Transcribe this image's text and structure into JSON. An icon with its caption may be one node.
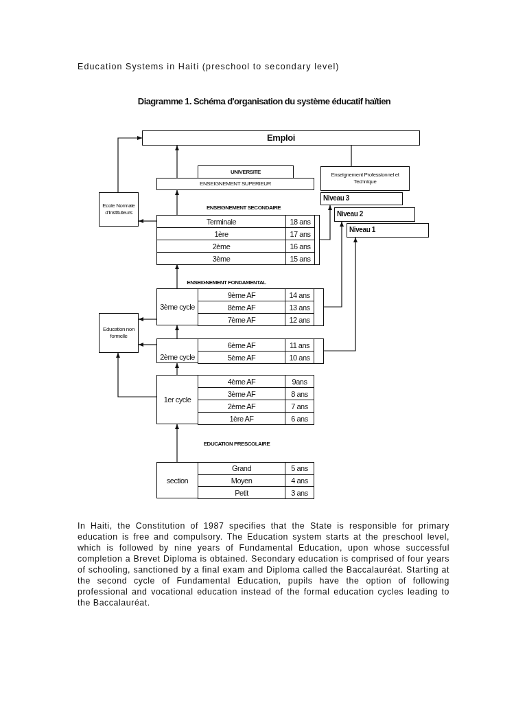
{
  "diagram": {
    "title": "Diagramme 1.  Schéma d'organisation du système éducatif haïtien",
    "nodes": [
      {
        "text": [
          "Emploi"
        ]
      },
      {
        "text": [
          "UNIVERSITE"
        ]
      },
      {
        "text": [
          "ENSEIGNEMENT SUPERIEUR"
        ]
      },
      {
        "text": [
          "Enseignement Professionnel et Technique"
        ]
      },
      {
        "text": [
          "Ecole Normale d'Instituteurs"
        ]
      },
      {
        "text": [
          "Niveau 3"
        ]
      },
      {
        "text": [
          "Niveau 2"
        ]
      },
      {
        "text": [
          "Niveau 1"
        ]
      },
      {
        "text": [
          "Terminale",
          "18 ans",
          "1ère",
          "17 ans",
          "2ème",
          "16 ans",
          "3ème",
          "15 ans"
        ]
      },
      {
        "text": [
          "Education non formelle"
        ]
      },
      {
        "text": [
          "3ème cycle",
          "9ème AF",
          "14 ans",
          "8ème AF",
          "13 ans",
          "7ème AF",
          "12 ans"
        ]
      },
      {
        "text": [
          "2ème cycle",
          "6ème AF",
          "11 ans",
          "5ème AF",
          "10 ans"
        ]
      },
      {
        "text": [
          "1er cycle",
          "4ème AF",
          "9ans",
          "3ème AF",
          "8 ans",
          "2ème AF",
          "7 ans",
          "1ère AF",
          "6 ans"
        ]
      },
      {
        "text": [
          "section",
          "Grand",
          "5 ans",
          "Moyen",
          "4 ans",
          "Petit",
          "3 ans"
        ]
      }
    ],
    "edges": [
      {
        "from": 4,
        "to": 0,
        "arrow": "to"
      },
      {
        "from": 2,
        "to": 0,
        "arrow": "to"
      },
      {
        "from": 3,
        "to": 0,
        "arrow": "to"
      },
      {
        "from": 8,
        "to": 2,
        "arrow": "to"
      },
      {
        "from": 8,
        "to": 4,
        "arrow": "to"
      },
      {
        "from": 8,
        "to": 5,
        "arrow": "to"
      },
      {
        "from": 10,
        "to": 8,
        "arrow": "to"
      },
      {
        "from": 10,
        "to": 6,
        "arrow": "to"
      },
      {
        "from": 11,
        "to": 7,
        "arrow": "to"
      },
      {
        "from": 10,
        "to": 9,
        "arrow": "to"
      },
      {
        "from": 11,
        "to": 9,
        "arrow": "to"
      },
      {
        "from": 11,
        "to": 10,
        "arrow": "to"
      },
      {
        "from": 12,
        "to": 11,
        "arrow": "to"
      },
      {
        "from": 12,
        "to": 9,
        "arrow": "to"
      },
      {
        "from": 13,
        "to": 12,
        "arrow": "to"
      }
    ],
    "labels": [
      "Education Systems in Haiti (preschool to secondary level)",
      "ENSEIGNEMENT SECONDAIRE",
      "ENSEIGNEMENT FONDAMENTAL",
      "EDUCATION PRESCOLAIRE",
      "In Haiti, the Constitution of 1987 specifies that the State is responsible for primary education is free and compulsory. The Education system starts at the preschool level, which is followed by nine years of Fundamental Education, upon whose successful completion a Brevet Diploma is obtained. Secondary education is comprised of four years of schooling, sanctioned by a final exam and Diploma called the Baccalauréat. Starting at the second cycle of Fundamental Education, pupils have the option of following professional and vocational education instead of the formal education cycles leading to the Baccalauréat."
    ]
  }
}
